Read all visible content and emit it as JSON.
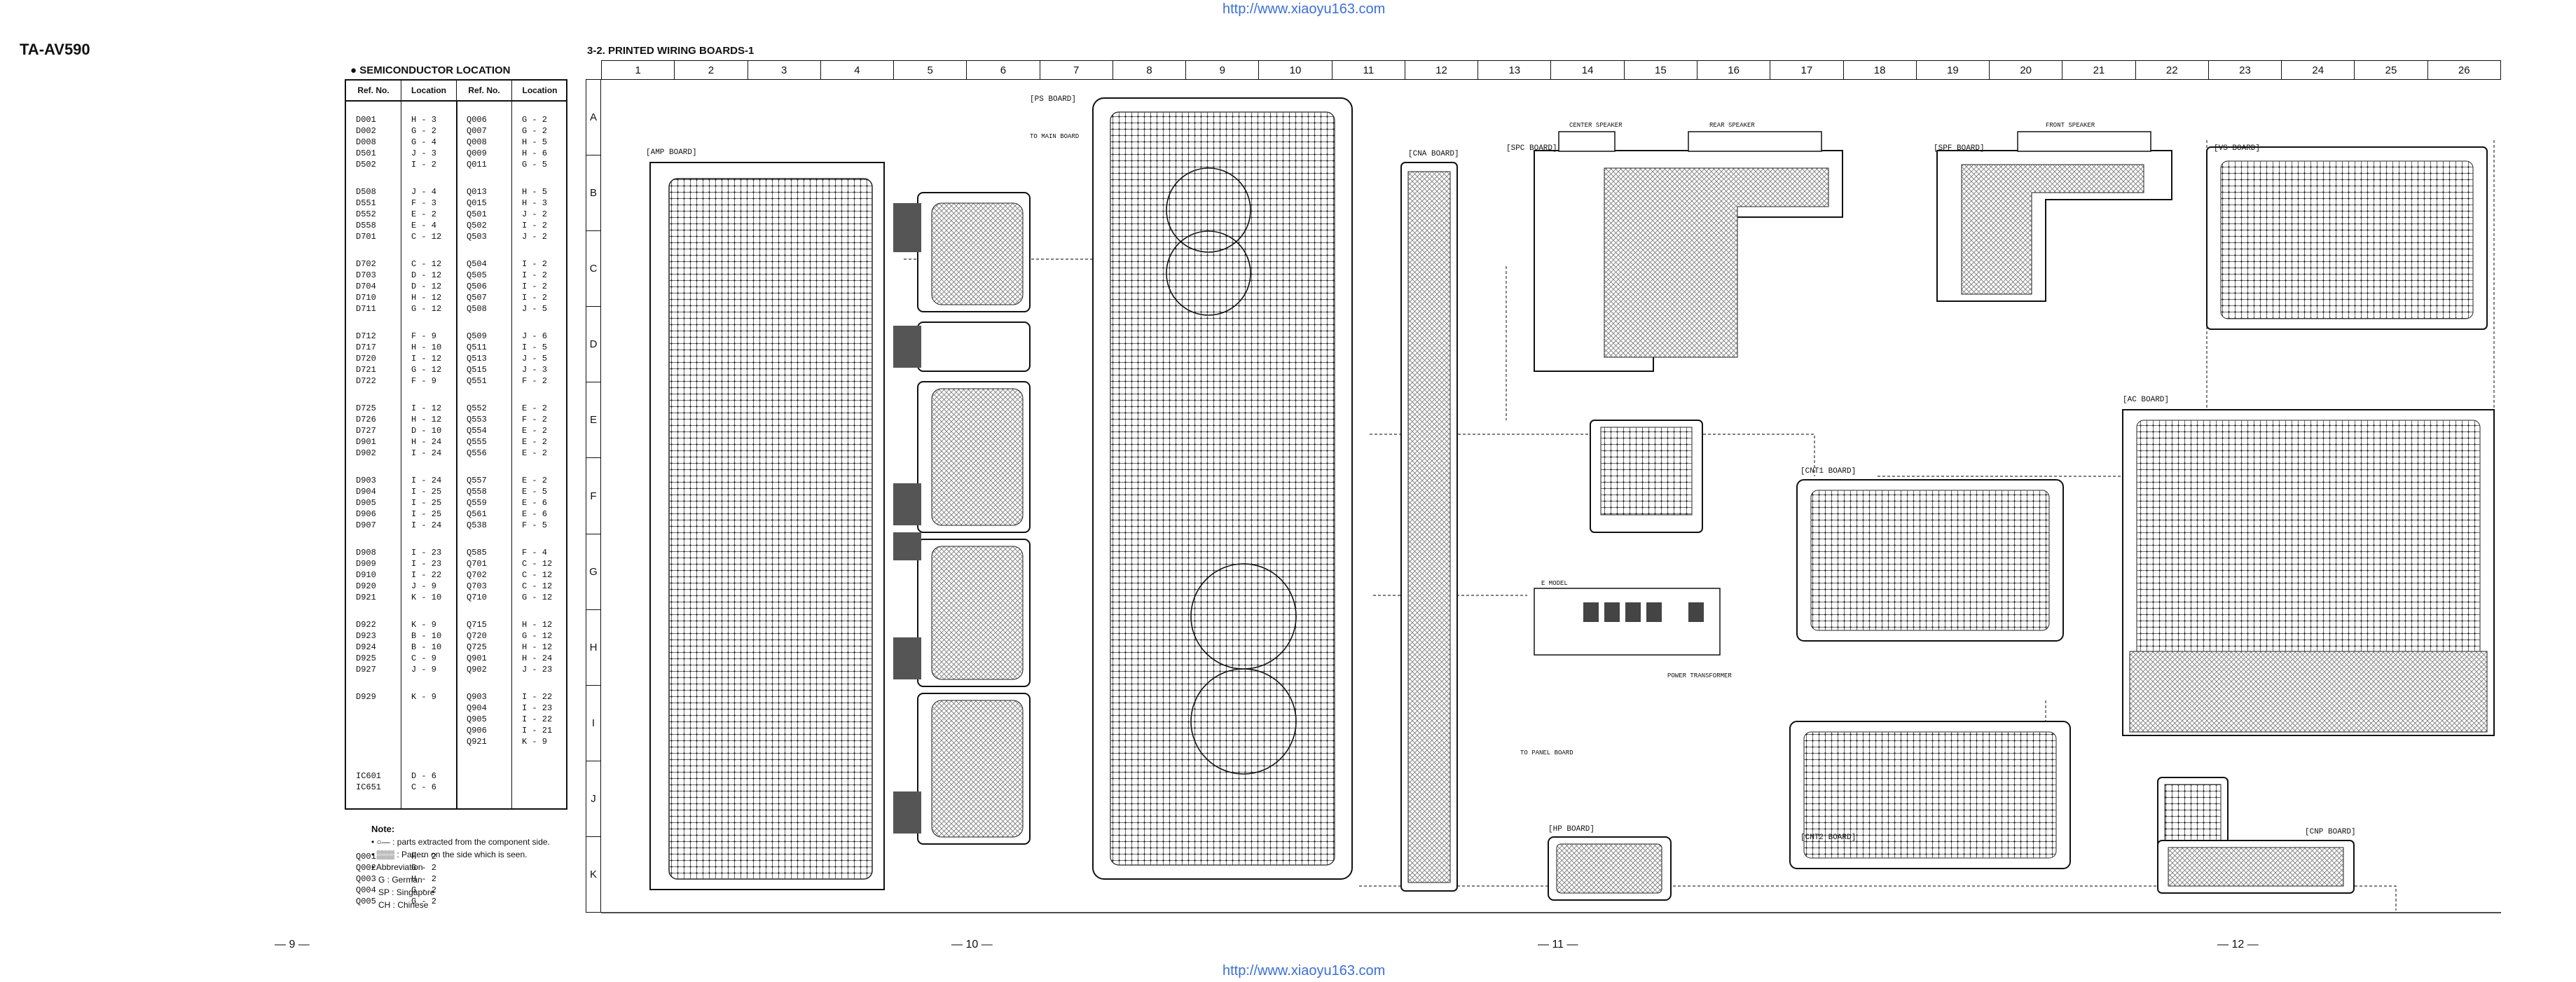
{
  "header": {
    "url_top": "http://www.xiaoyu163.com",
    "url_bottom": "http://www.xiaoyu163.com",
    "model": "TA-AV590",
    "semiconductor_title": "SEMICONDUCTOR LOCATION",
    "section_title": "3-2. PRINTED WIRING BOARDS-1"
  },
  "semi_table": {
    "headers": [
      "Ref. No.",
      "Location",
      "Ref. No.",
      "Location"
    ],
    "groups": [
      {
        "left": [
          [
            "D001",
            "H - 3"
          ],
          [
            "D002",
            "G - 2"
          ],
          [
            "D008",
            "G - 4"
          ],
          [
            "D501",
            "J - 3"
          ],
          [
            "D502",
            "I - 2"
          ]
        ],
        "right": [
          [
            "Q006",
            "G - 2"
          ],
          [
            "Q007",
            "G - 2"
          ],
          [
            "Q008",
            "H - 5"
          ],
          [
            "Q009",
            "H - 6"
          ],
          [
            "Q011",
            "G - 5"
          ]
        ]
      },
      {
        "left": [
          [
            "D508",
            "J - 4"
          ],
          [
            "D551",
            "F - 3"
          ],
          [
            "D552",
            "E - 2"
          ],
          [
            "D558",
            "E - 4"
          ],
          [
            "D701",
            "C - 12"
          ]
        ],
        "right": [
          [
            "Q013",
            "H - 5"
          ],
          [
            "Q015",
            "H - 3"
          ],
          [
            "Q501",
            "J - 2"
          ],
          [
            "Q502",
            "I - 2"
          ],
          [
            "Q503",
            "J - 2"
          ]
        ]
      },
      {
        "left": [
          [
            "D702",
            "C - 12"
          ],
          [
            "D703",
            "D - 12"
          ],
          [
            "D704",
            "D - 12"
          ],
          [
            "D710",
            "H - 12"
          ],
          [
            "D711",
            "G - 12"
          ]
        ],
        "right": [
          [
            "Q504",
            "I - 2"
          ],
          [
            "Q505",
            "I - 2"
          ],
          [
            "Q506",
            "I - 2"
          ],
          [
            "Q507",
            "I - 2"
          ],
          [
            "Q508",
            "J - 5"
          ]
        ]
      },
      {
        "left": [
          [
            "D712",
            "F - 9"
          ],
          [
            "D717",
            "H - 10"
          ],
          [
            "D720",
            "I - 12"
          ],
          [
            "D721",
            "G - 12"
          ],
          [
            "D722",
            "F - 9"
          ]
        ],
        "right": [
          [
            "Q509",
            "J - 6"
          ],
          [
            "Q511",
            "I - 5"
          ],
          [
            "Q513",
            "J - 5"
          ],
          [
            "Q515",
            "J - 3"
          ],
          [
            "Q551",
            "F - 2"
          ]
        ]
      },
      {
        "left": [
          [
            "D725",
            "I - 12"
          ],
          [
            "D726",
            "H - 12"
          ],
          [
            "D727",
            "D - 10"
          ],
          [
            "D901",
            "H - 24"
          ],
          [
            "D902",
            "I - 24"
          ]
        ],
        "right": [
          [
            "Q552",
            "E - 2"
          ],
          [
            "Q553",
            "F - 2"
          ],
          [
            "Q554",
            "E - 2"
          ],
          [
            "Q555",
            "E - 2"
          ],
          [
            "Q556",
            "E - 2"
          ]
        ]
      },
      {
        "left": [
          [
            "D903",
            "I - 24"
          ],
          [
            "D904",
            "I - 25"
          ],
          [
            "D905",
            "I - 25"
          ],
          [
            "D906",
            "I - 25"
          ],
          [
            "D907",
            "I - 24"
          ]
        ],
        "right": [
          [
            "Q557",
            "E - 2"
          ],
          [
            "Q558",
            "E - 5"
          ],
          [
            "Q559",
            "E - 6"
          ],
          [
            "Q561",
            "E - 6"
          ],
          [
            "Q538",
            "F - 5"
          ]
        ]
      },
      {
        "left": [
          [
            "D908",
            "I - 23"
          ],
          [
            "D909",
            "I - 23"
          ],
          [
            "D910",
            "I - 22"
          ],
          [
            "D920",
            "J - 9"
          ],
          [
            "D921",
            "K - 10"
          ]
        ],
        "right": [
          [
            "Q585",
            "F - 4"
          ],
          [
            "Q701",
            "C - 12"
          ],
          [
            "Q702",
            "C - 12"
          ],
          [
            "Q703",
            "C - 12"
          ],
          [
            "Q710",
            "G - 12"
          ]
        ]
      },
      {
        "left": [
          [
            "D922",
            "K - 9"
          ],
          [
            "D923",
            "B - 10"
          ],
          [
            "D924",
            "B - 10"
          ],
          [
            "D925",
            "C - 9"
          ],
          [
            "D927",
            "J - 9"
          ]
        ],
        "right": [
          [
            "Q715",
            "H - 12"
          ],
          [
            "Q720",
            "G - 12"
          ],
          [
            "Q725",
            "H - 12"
          ],
          [
            "Q901",
            "H - 24"
          ],
          [
            "Q902",
            "J - 23"
          ]
        ]
      },
      {
        "left": [
          [
            "D929",
            "K - 9"
          ]
        ],
        "right": [
          [
            "Q903",
            "I - 22"
          ],
          [
            "Q904",
            "I - 23"
          ],
          [
            "Q905",
            "I - 22"
          ],
          [
            "Q906",
            "I - 21"
          ],
          [
            "Q921",
            "K - 9"
          ]
        ]
      },
      {
        "left": [
          [
            "IC601",
            "D - 6"
          ],
          [
            "IC651",
            "C - 6"
          ]
        ],
        "right": []
      },
      {
        "left": [
          [
            "Q001",
            "H - 2"
          ],
          [
            "Q002",
            "G - 2"
          ],
          [
            "Q003",
            "H - 2"
          ],
          [
            "Q004",
            "G - 2"
          ],
          [
            "Q005",
            "G - 2"
          ]
        ],
        "right": []
      }
    ]
  },
  "notes": {
    "title": "Note:",
    "line1": "•  ○— : parts extracted from the component side.",
    "line2": "•  ▒▒▒ : Pattern on the side which is seen.",
    "line3": "• Abbreviation",
    "line4": "G   : German",
    "line5": "SP : Singapore",
    "line6": "CH : Chinese"
  },
  "ruler": {
    "columns": [
      "1",
      "2",
      "3",
      "4",
      "5",
      "6",
      "7",
      "8",
      "9",
      "10",
      "11",
      "12",
      "13",
      "14",
      "15",
      "16",
      "17",
      "18",
      "19",
      "20",
      "21",
      "22",
      "23",
      "24",
      "25",
      "26"
    ],
    "rows": [
      "A",
      "B",
      "C",
      "D",
      "E",
      "F",
      "G",
      "H",
      "I",
      "J",
      "K"
    ]
  },
  "boards": {
    "amp": "[AMP BOARD]",
    "ps": "[PS BOARD]",
    "cna": "[CNA BOARD]",
    "spc": "[SPC BOARD]",
    "spf": "[SPF BOARD]",
    "vs": "[VS BOARD]",
    "ac": "[AC BOARD]",
    "cnt1": "[CNT1 BOARD]",
    "cnt2": "[CNT2 BOARD]",
    "hp": "[HP BOARD]",
    "cnp": "[CNP BOARD]"
  },
  "pages": {
    "p9": "— 9 —",
    "p10": "— 10 —",
    "p11": "— 11 —",
    "p12": "— 12 —"
  },
  "misc": {
    "to_main": "TO MAIN BOARD",
    "to_panel": "TO PANEL BOARD",
    "e_model": "E MODEL",
    "power_transformer": "POWER TRANSFORMER",
    "spk_center": "CENTER SPEAKER",
    "spk_rear": "REAR SPEAKER",
    "spk_front": "FRONT SPEAKER"
  }
}
